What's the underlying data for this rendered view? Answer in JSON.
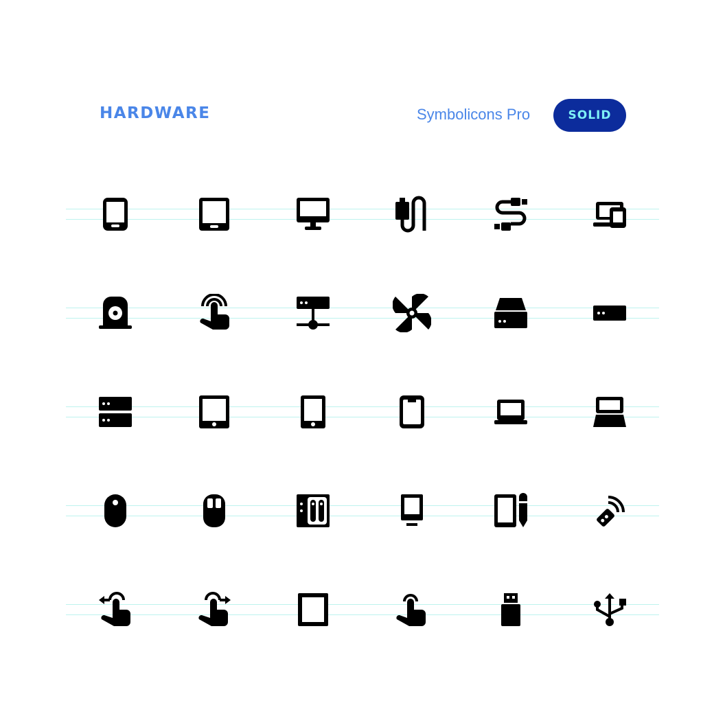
{
  "header": {
    "title": "HARDWARE",
    "brand": "Symbolicons Pro",
    "badge": "SOLID"
  },
  "colors": {
    "title": "#4A86E8",
    "badge_bg": "#0C2C9C",
    "badge_text": "#7EF0F6",
    "guide_lines": "#BDF3EE",
    "icon": "#000000"
  },
  "icons": [
    [
      "smartphone-icon",
      "tablet-icon",
      "monitor-icon",
      "usb-cable-icon",
      "connector-cable-icon",
      "multiple-devices-icon"
    ],
    [
      "hard-disk-icon",
      "touch-wave-icon",
      "network-server-icon",
      "fan-icon",
      "disk-drive-icon",
      "server-slim-icon"
    ],
    [
      "server-rack-icon",
      "tablet-landscape-icon",
      "tablet-small-icon",
      "phone-notch-icon",
      "laptop-icon",
      "laptop-open-icon"
    ],
    [
      "mouse-icon",
      "mouse-buttons-icon",
      "audio-mixer-icon",
      "kiosk-screen-icon",
      "graphics-tablet-pen-icon",
      "remote-control-icon"
    ],
    [
      "swipe-left-icon",
      "swipe-right-icon",
      "square-screen-icon",
      "tap-icon",
      "usb-drive-icon",
      "usb-symbol-icon"
    ]
  ]
}
